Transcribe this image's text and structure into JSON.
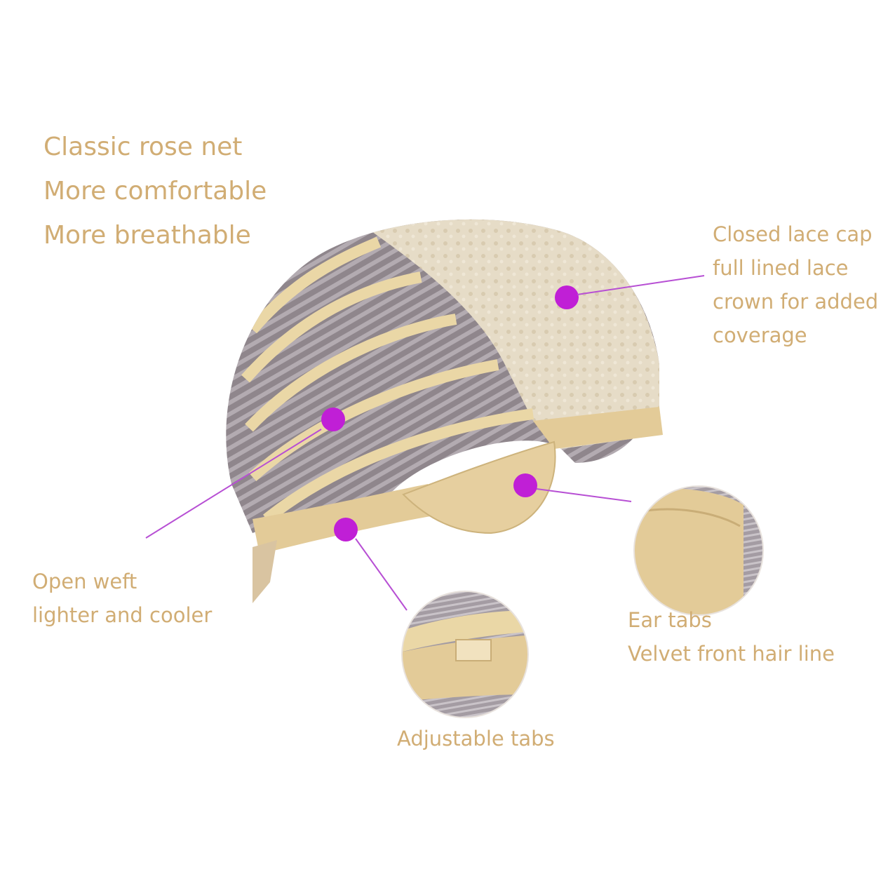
{
  "intro": {
    "line1": "Classic rose net",
    "line2": "More comfortable",
    "line3": "More breathable"
  },
  "callouts": {
    "closed_lace": {
      "line1": "Closed lace cap",
      "line2": "full lined lace",
      "line3": "crown for added",
      "line4": "coverage"
    },
    "open_weft": {
      "line1": "Open weft",
      "line2": "lighter and cooler"
    },
    "ear_tabs": {
      "line1": "Ear tabs",
      "line2": "Velvet front hair line"
    },
    "adjustable_tabs": {
      "line1": "Adjustable tabs"
    }
  },
  "colors": {
    "text": "#d1ad74",
    "marker": "#c01fd6",
    "leader": "#b74fd4",
    "cap_gray": "#8f868c",
    "lace_beige": "#e6dcc7",
    "band_tan": "#e3cb98"
  }
}
